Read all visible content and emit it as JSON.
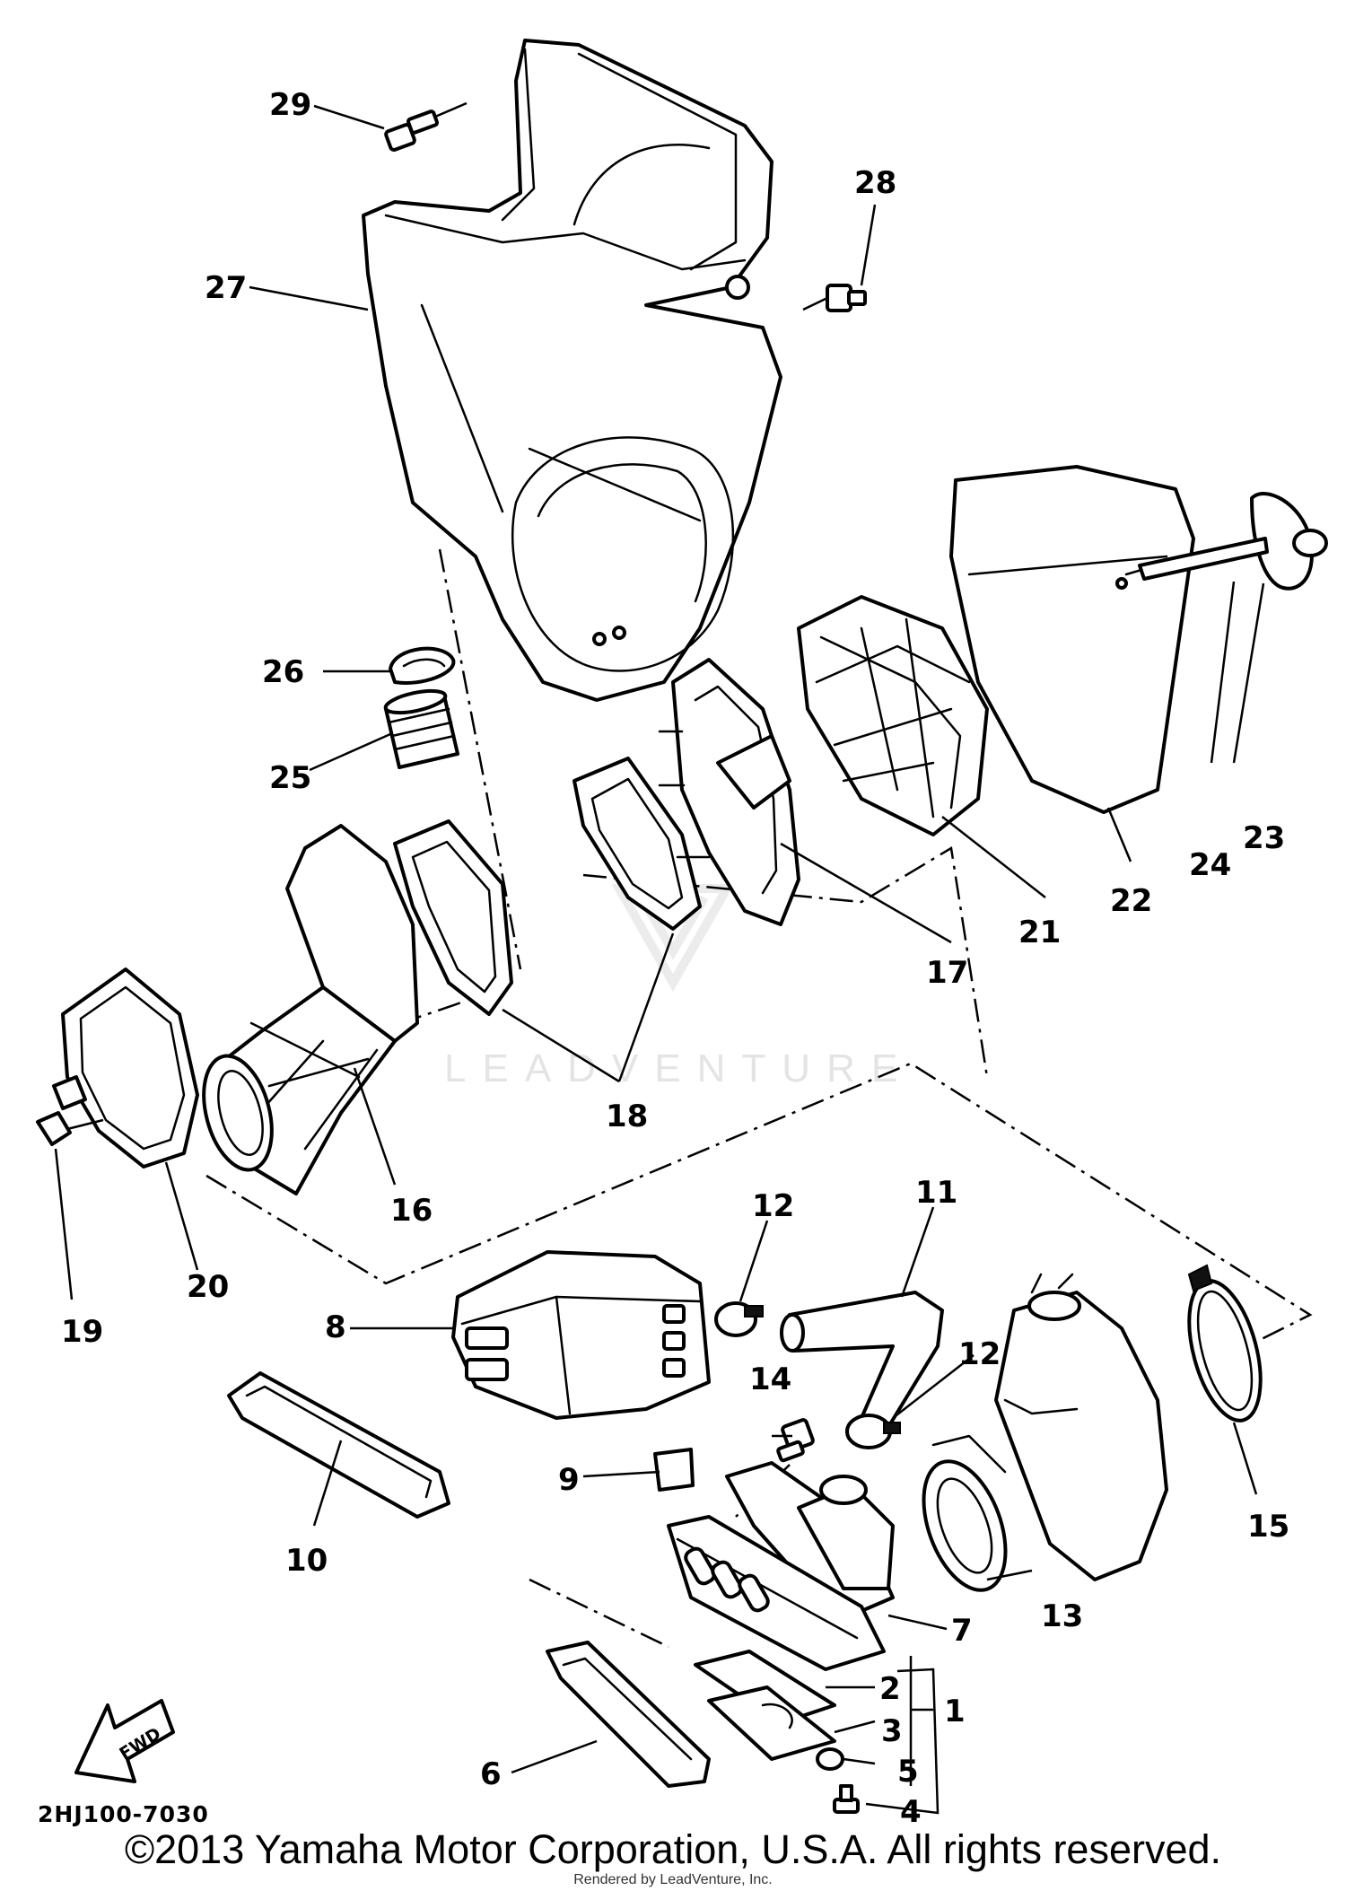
{
  "diagram_code": "2HJ100-7030",
  "fwd_label": "FWD",
  "watermark": "LEADVENTURE",
  "copyright": "©2013 Yamaha Motor Corporation, U.S.A. All rights reserved.",
  "rendered_by": "Rendered by LeadVenture, Inc.",
  "callouts": [
    "1",
    "2",
    "3",
    "4",
    "5",
    "6",
    "7",
    "8",
    "9",
    "10",
    "11",
    "12",
    "12",
    "13",
    "14",
    "15",
    "16",
    "17",
    "18",
    "19",
    "20",
    "21",
    "22",
    "23",
    "24",
    "25",
    "26",
    "27",
    "28",
    "29"
  ]
}
